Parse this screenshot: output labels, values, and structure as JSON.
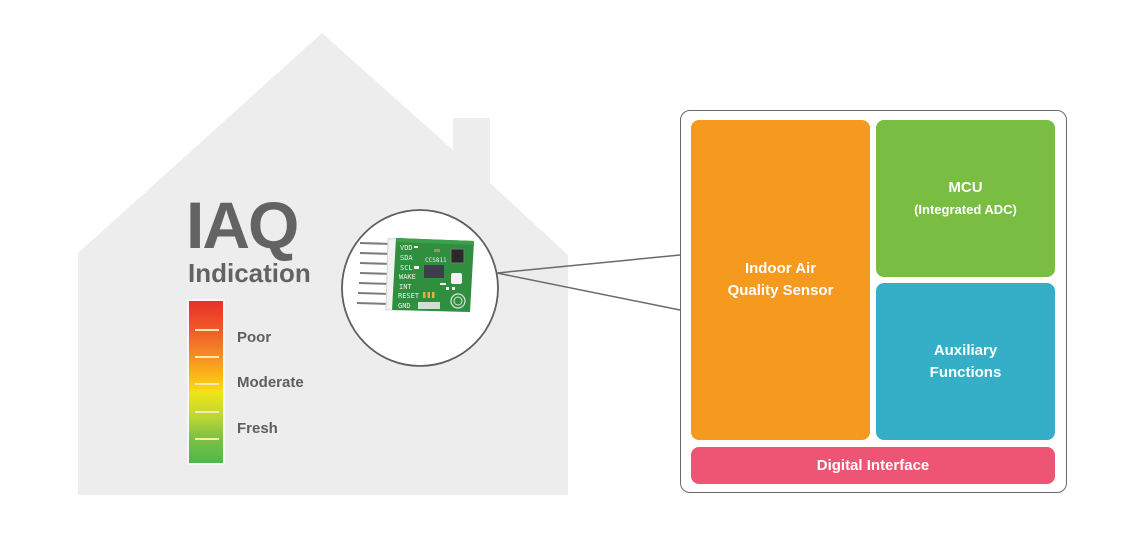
{
  "title": {
    "main": "IAQ",
    "subtitle": "Indication"
  },
  "scale": {
    "labels": [
      "Poor",
      "Moderate",
      "Fresh"
    ],
    "gradient_colors": [
      "#e8302a",
      "#f58a24",
      "#fdc515",
      "#eee61b",
      "#7cc142",
      "#4db84a"
    ]
  },
  "sensor_board": {
    "pin_labels": [
      "VDD",
      "SDA",
      "SCL",
      "WAKE",
      "INT",
      "RESET",
      "GND"
    ],
    "chip_label": "CCS811"
  },
  "blocks": {
    "sensor": {
      "line1": "Indoor Air",
      "line2": "Quality Sensor",
      "color": "#f5991f"
    },
    "mcu": {
      "line1": "MCU",
      "line2": "(Integrated ADC)",
      "color": "#79bd43"
    },
    "aux": {
      "line1": "Auxiliary",
      "line2": "Functions",
      "color": "#35afc8"
    },
    "digital": {
      "label": "Digital Interface",
      "color": "#ee5473"
    }
  },
  "colors": {
    "house": "#ecedec",
    "text_gray": "#636363",
    "outline": "#6a6a6a"
  }
}
